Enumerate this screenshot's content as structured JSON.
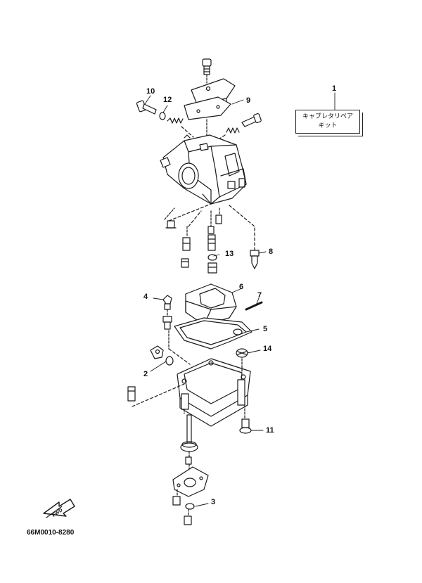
{
  "callouts": [
    {
      "id": "1",
      "text": "1"
    },
    {
      "id": "2",
      "text": "2"
    },
    {
      "id": "3",
      "text": "3"
    },
    {
      "id": "4",
      "text": "4"
    },
    {
      "id": "5",
      "text": "5"
    },
    {
      "id": "6",
      "text": "6"
    },
    {
      "id": "7",
      "text": "7"
    },
    {
      "id": "8",
      "text": "8"
    },
    {
      "id": "9",
      "text": "9"
    },
    {
      "id": "10",
      "text": "10"
    },
    {
      "id": "11",
      "text": "11"
    },
    {
      "id": "12",
      "text": "12"
    },
    {
      "id": "13",
      "text": "13"
    },
    {
      "id": "14",
      "text": "14"
    }
  ],
  "kit_box": {
    "line1": "キャブレタリペア",
    "line2": "キット"
  },
  "fwd_label": "FWD",
  "drawing_code": "66M0010-8280",
  "colors": {
    "line": "#1a1a1a",
    "background": "#ffffff"
  }
}
